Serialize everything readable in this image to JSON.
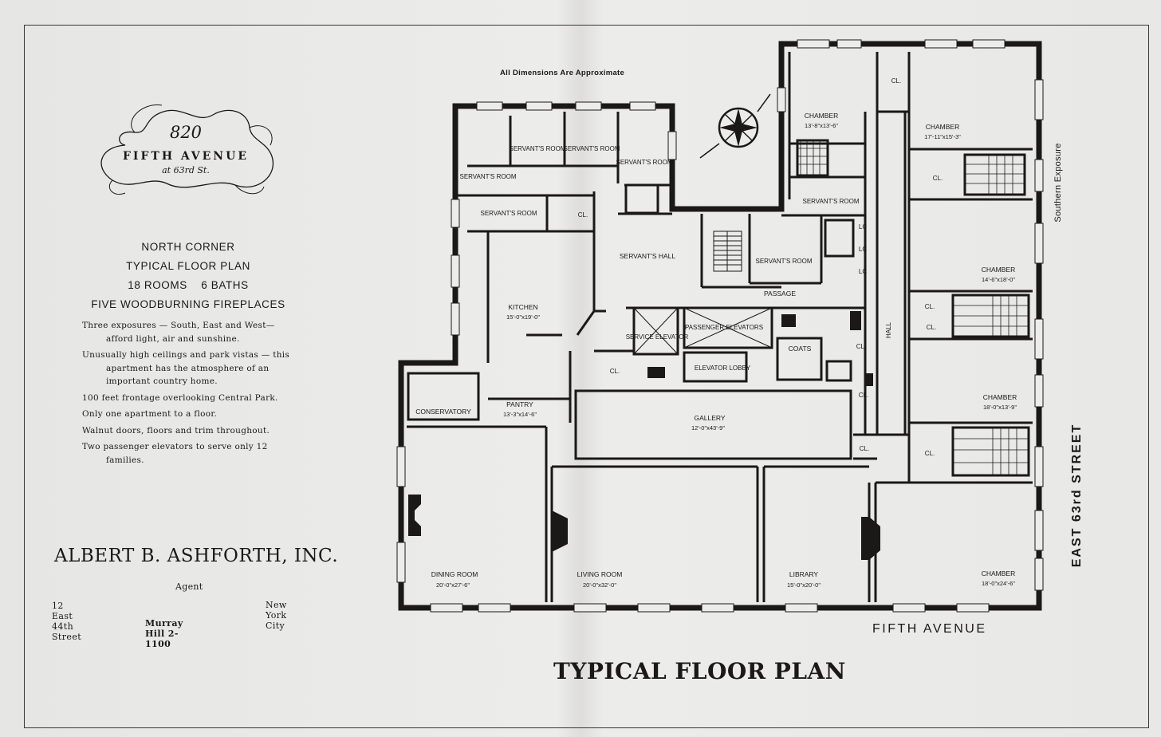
{
  "cartouche": {
    "number": "820",
    "name": "FIFTH AVENUE",
    "cross_street": "at 63rd St."
  },
  "summary": [
    "NORTH CORNER",
    "TYPICAL FLOOR PLAN",
    "18 ROOMS    6 BATHS",
    "FIVE WOODBURNING FIREPLACES"
  ],
  "features": [
    "Three exposures — South, East and West— afford light, air and sunshine.",
    "Unusually high ceilings and park vistas — this apartment has the atmosphere of an important country home.",
    "100 feet frontage overlooking Central Park.",
    "Only one apartment to a floor.",
    "Walnut doors, floors and trim throughout.",
    "Two passenger elevators to serve only 12 families."
  ],
  "agent": {
    "name": "ALBERT B. ASHFORTH, INC.",
    "role": "Agent",
    "address": "12 East 44th Street",
    "city": "New York City",
    "phone": "Murray Hill 2-1100"
  },
  "plan": {
    "note": "All Dimensions Are Approximate",
    "title": "TYPICAL FLOOR PLAN",
    "streets": {
      "east": "EAST 63rd STREET",
      "south": "FIFTH AVENUE",
      "exposure": "Southern Exposure"
    },
    "rooms": {
      "chamber_ne_name": "CHAMBER",
      "chamber_ne_dim": "13'-8\"x13'-6\"",
      "chamber_nw_name": "CHAMBER",
      "chamber_nw_dim": "17'-11\"x15'-3\"",
      "chamber_e1_name": "CHAMBER",
      "chamber_e1_dim": "14'-6\"x18'-0\"",
      "chamber_e2_name": "CHAMBER",
      "chamber_e2_dim": "18'-0\"x13'-9\"",
      "chamber_se_name": "CHAMBER",
      "chamber_se_dim": "18'-0\"x24'-6\"",
      "servants_room": "SERVANT'S ROOM",
      "servants_hall": "SERVANT'S HALL",
      "kitchen_name": "KITCHEN",
      "kitchen_dim": "15'-0\"x19'-0\"",
      "pantry_name": "PANTRY",
      "pantry_dim": "13'-3\"x14'-6\"",
      "conservatory": "CONSERVATORY",
      "service_elevator": "SERVICE ELEVATOR",
      "passenger_elevators": "PASSENGER ELEVATORS",
      "elevator_lobby": "ELEVATOR LOBBY",
      "coats": "COATS",
      "passage": "PASSAGE",
      "hall": "HALL",
      "gallery_name": "GALLERY",
      "gallery_dim": "12'-0\"x43'-9\"",
      "dining_name": "DINING ROOM",
      "dining_dim": "20'-0\"x27'-6\"",
      "living_name": "LIVING ROOM",
      "living_dim": "20'-0\"x32'-0\"",
      "library_name": "LIBRARY",
      "library_dim": "15'-0\"x20'-0\"",
      "closet": "CL.",
      "linen_closet": "LC"
    }
  }
}
